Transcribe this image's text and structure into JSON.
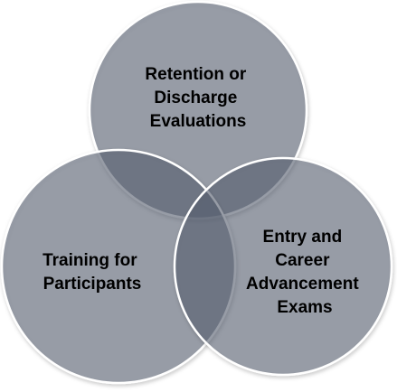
{
  "venn": {
    "circles": [
      {
        "id": "top",
        "label_lines": [
          "Retention or",
          "Discharge",
          "Evaluations"
        ]
      },
      {
        "id": "left",
        "label_lines": [
          "Training for",
          "Participants"
        ]
      },
      {
        "id": "right",
        "label_lines": [
          "Entry and",
          "Career",
          "Advancement",
          "Exams"
        ]
      }
    ],
    "circle_color": "#5a6372"
  }
}
